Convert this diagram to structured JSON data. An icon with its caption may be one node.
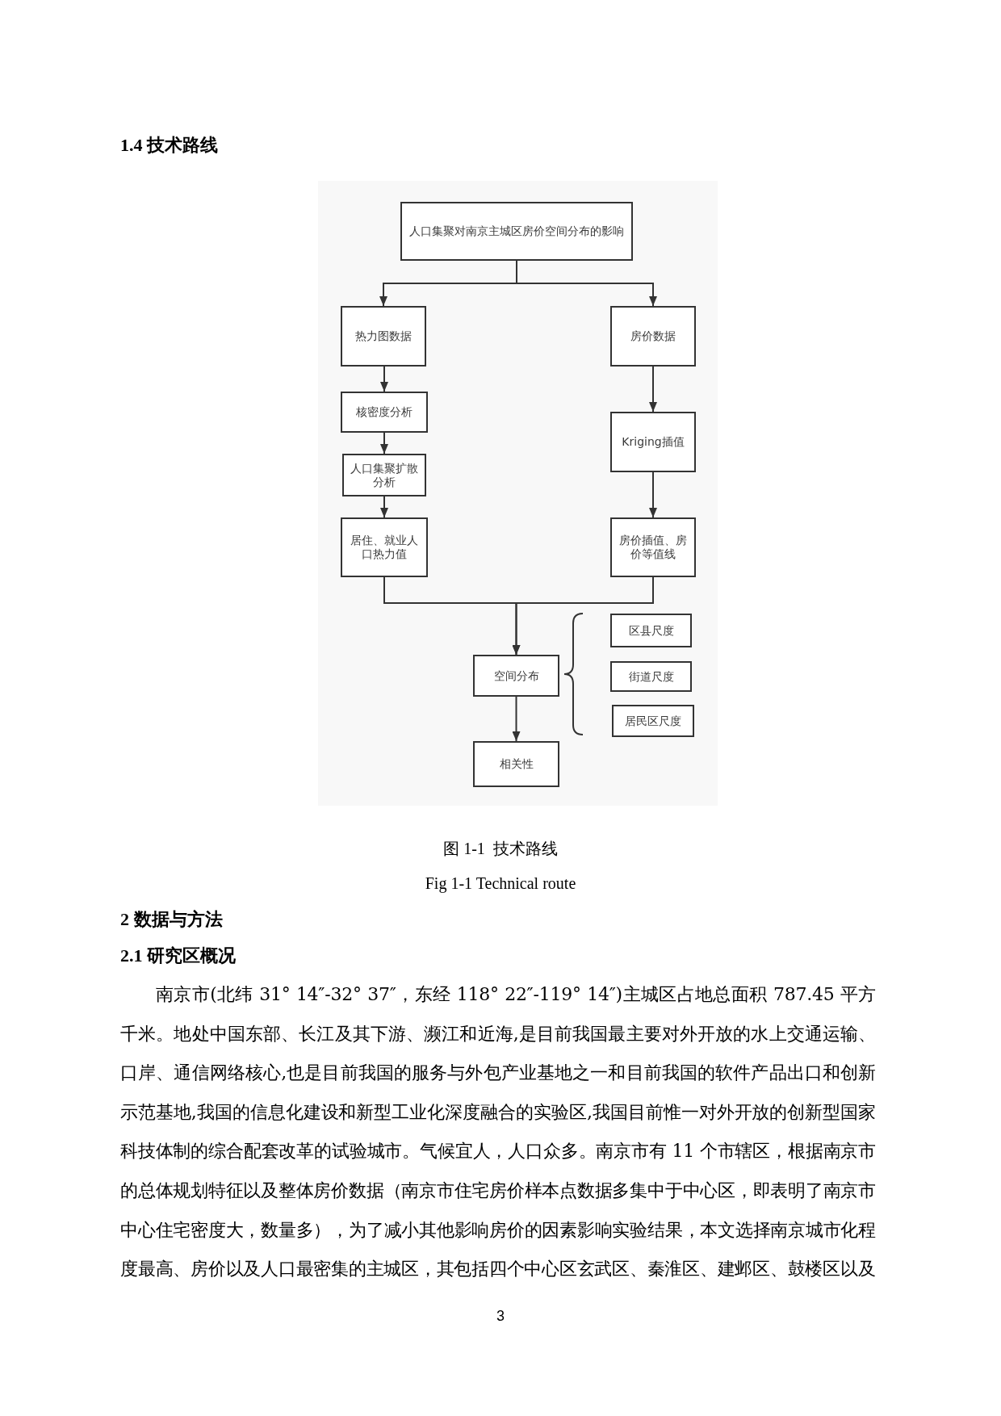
{
  "diagram": {
    "title": "1.4 技术路线",
    "caption": "图 1-1  技术路线",
    "nodes": [
      {
        "text": [
          "人口集聚对南京主城区房价空间分布的影响"
        ]
      },
      {
        "text": [
          "热力图数据"
        ]
      },
      {
        "text": [
          "房价数据"
        ]
      },
      {
        "text": [
          "核密度分析"
        ]
      },
      {
        "text": [
          "Kriging插值"
        ]
      },
      {
        "text": [
          "人口集聚扩散分析"
        ]
      },
      {
        "text": [
          "居住、就业人口热力值"
        ]
      },
      {
        "text": [
          "房价插值、房价等值线"
        ]
      },
      {
        "text": [
          "空间分布"
        ]
      },
      {
        "text": [
          "区县尺度"
        ]
      },
      {
        "text": [
          "街道尺度"
        ]
      },
      {
        "text": [
          "居民区尺度"
        ]
      },
      {
        "text": [
          "相关性"
        ]
      }
    ],
    "edges": [
      {
        "from": 0,
        "to": 1,
        "arrow": "to"
      },
      {
        "from": 0,
        "to": 2,
        "arrow": "to"
      },
      {
        "from": 1,
        "to": 3,
        "arrow": "to"
      },
      {
        "from": 3,
        "to": 5,
        "arrow": "to"
      },
      {
        "from": 5,
        "to": 6,
        "arrow": "to"
      },
      {
        "from": 2,
        "to": 4,
        "arrow": "to"
      },
      {
        "from": 4,
        "to": 7,
        "arrow": "to"
      },
      {
        "from": 6,
        "to": 8,
        "arrow": "to"
      },
      {
        "from": 7,
        "to": 8,
        "arrow": "to"
      },
      {
        "from": 8,
        "to": 12,
        "arrow": "to"
      }
    ],
    "labels": [
      "Fig 1-1 Technical route",
      "2 数据与方法",
      "2.1 研究区概况",
      "南京市(北纬 31° 14″-32° 37″，东经 118° 22″-119° 14″)主城区占地总面积 787.45 平方千米。地处中国东部、长江及其下游、濒江和近海,是目前我国最主要对外开放的水上交通运输、口岸、通信网络核心,也是目前我国的服务与外包产业基地之一和目前我国的软件产品出口和创新示范基地,我国的信息化建设和新型工业化深度融合的实验区,我国目前惟一对外开放的创新型国家科技体制的综合配套改革的试验城市。气候宜人，人口众多。南京市有 11 个市辖区，根据南京市的总体规划特征以及整体房价数据（南京市住宅房价样本点数据多集中于中心区，即表明了南京市中心住宅密度大，数量多），为了减小其他影响房价的因素影响实验结果，本文选择南京城市化程度最高、房价以及人口最密集的主城区，其包括四个中心区玄武区、秦淮区、建邺区、鼓楼区以及",
      "3"
    ]
  }
}
